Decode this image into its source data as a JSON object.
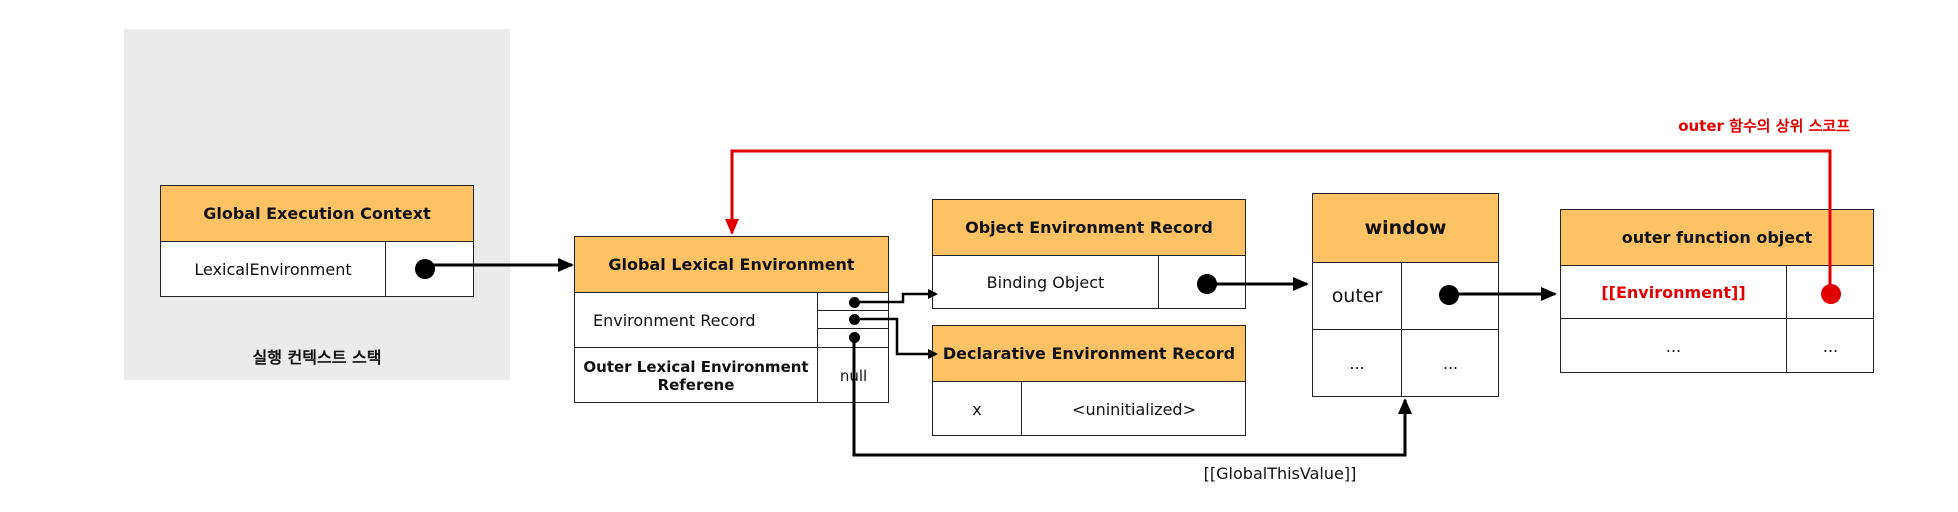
{
  "stack": {
    "label": "실행 컨텍스트 스택"
  },
  "global_execution_context": {
    "title": "Global Execution Context",
    "row_label": "LexicalEnvironment"
  },
  "global_lexical_environment": {
    "title": "Global Lexical Environment",
    "env_record_label": "Environment Record",
    "outer_ref_label": "Outer Lexical Environment Referene",
    "outer_ref_value": "null"
  },
  "object_environment_record": {
    "title": "Object  Environment Record",
    "row_label": "Binding Object"
  },
  "declarative_environment_record": {
    "title": "Declarative Environment Record",
    "key": "x",
    "value": "<uninitialized>"
  },
  "window": {
    "title": "window",
    "row1_key": "outer",
    "row2_key": "...",
    "row2_value": "..."
  },
  "outer_function_object": {
    "title": "outer  function object",
    "row1_key": "[[Environment]]",
    "row2_key": "...",
    "row2_value": "..."
  },
  "annotations": {
    "upper_scope_label": "outer 함수의 상위 스코프",
    "global_this_label": "[[GlobalThisValue]]"
  },
  "colors": {
    "header_fill": "#fdc264",
    "stack_bg": "#ebebeb",
    "highlight_red": "#e00000"
  }
}
